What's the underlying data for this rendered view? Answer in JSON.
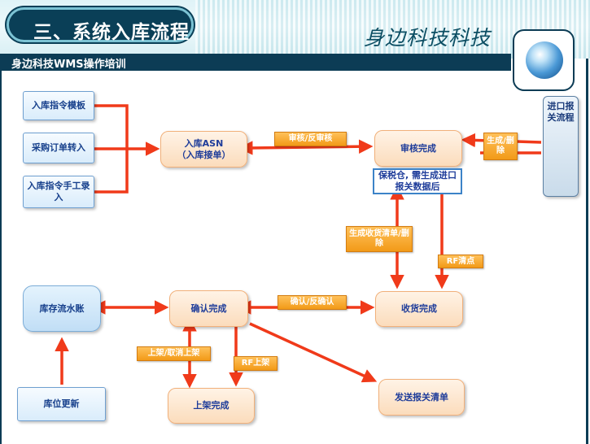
{
  "header": {
    "title": "三、系统入库流程",
    "brand": "身边科技科技",
    "subtitle": "身边科技WMS操作培训"
  },
  "diagram": {
    "nodes": {
      "template": "入库指令模板",
      "po_convert": "采购订单转入",
      "manual_entry": "入库指令手工录入",
      "asn": "入库ASN\n（入库接单）",
      "audit_done": "审核完成",
      "bonded_note": "保税仓, 需生成进口报关数据后",
      "import_flow": "进口报关流程",
      "receive_done": "收货完成",
      "confirm_done": "确认完成",
      "inventory_ledger": "库存流水账",
      "location_update": "库位更新",
      "putaway_done": "上架完成",
      "send_customs": "发送报关清单"
    },
    "labels": {
      "audit": "审核/反审核",
      "gen_delete": "生成/删除",
      "gen_receipt": "生成收货清单/删除",
      "rf_count": "RF清点",
      "confirm": "确认/反确认",
      "putaway": "上架/取消上架",
      "rf_putaway": "RF上架"
    },
    "arrow_color": "#f03a1a"
  }
}
